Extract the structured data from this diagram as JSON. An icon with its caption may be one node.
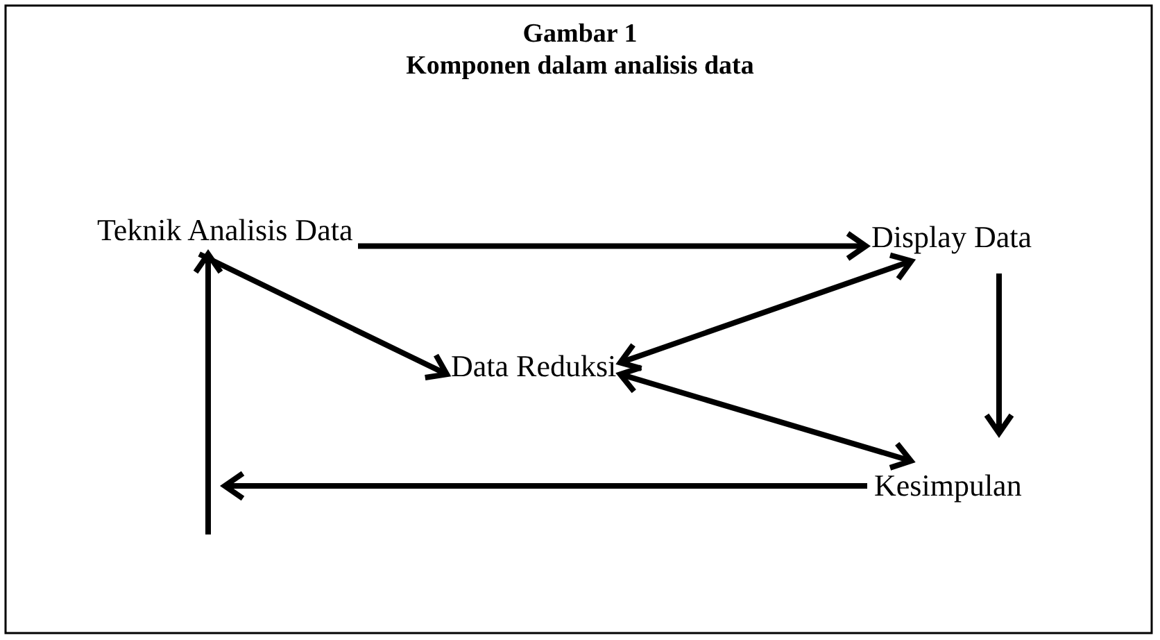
{
  "diagram": {
    "title": "Gambar 1",
    "caption": "Komponen dalam analisis data",
    "nodes": [
      {
        "text": [
          "Teknik Analisis Data"
        ]
      },
      {
        "text": [
          "Display Data"
        ]
      },
      {
        "text": [
          "Data Reduksi"
        ]
      },
      {
        "text": [
          "Kesimpulan"
        ]
      }
    ],
    "edges": [
      {
        "from": 0,
        "to": 1,
        "arrow": "to"
      },
      {
        "from": 0,
        "to": 2,
        "arrow": "to"
      },
      {
        "from": 2,
        "to": 1,
        "arrow": "both"
      },
      {
        "from": 2,
        "to": 3,
        "arrow": "both"
      },
      {
        "from": 1,
        "to": 3,
        "arrow": "to"
      },
      {
        "from": 3,
        "to": null,
        "arrow": "to"
      },
      {
        "from": null,
        "to": 0,
        "arrow": "to"
      }
    ]
  }
}
